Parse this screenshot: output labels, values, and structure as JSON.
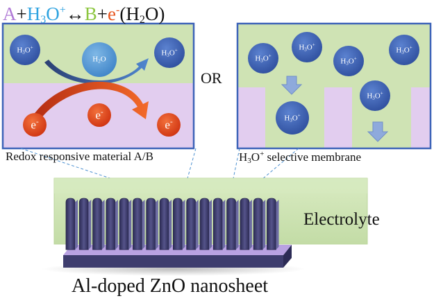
{
  "equation": {
    "a": "A",
    "plus1": "+",
    "h3o_h": "H",
    "h3o_sub": "3",
    "h3o_o": "O",
    "h3o_sup": "+",
    "arrow": "↔",
    "b": "B",
    "plus2": "+",
    "e": "e",
    "e_sup": "-",
    "water_open": "(H",
    "water_sub": "2",
    "water_close": "O)"
  },
  "or_label": "OR",
  "left_panel": {
    "caption": "Redox responsive material A/B",
    "hydronium_ion": {
      "h": "H",
      "sub": "3",
      "o": "O",
      "sup": "+"
    },
    "water_molecule": {
      "h": "H",
      "sub": "2",
      "o": "O"
    },
    "electron": {
      "e": "e",
      "sup": "-"
    }
  },
  "right_panel": {
    "caption_h": "H",
    "caption_sub": "3",
    "caption_o": "O",
    "caption_sup": "+",
    "caption_rest": " selective membrane"
  },
  "device": {
    "electrolyte_label": "Electrolyte",
    "title": "Al-doped ZnO nanosheet"
  },
  "colors": {
    "panel_border": "#3d63b8",
    "electrolyte_green": "#cfe3b4",
    "material_lilac": "#e2cdef",
    "ion_blue": "#3f65b8",
    "water_blue": "#5b9bd5",
    "electron_red": "#e2461c",
    "nanosheet_purple": "#3e3d6e",
    "base_lilac": "#b9a2e2"
  }
}
